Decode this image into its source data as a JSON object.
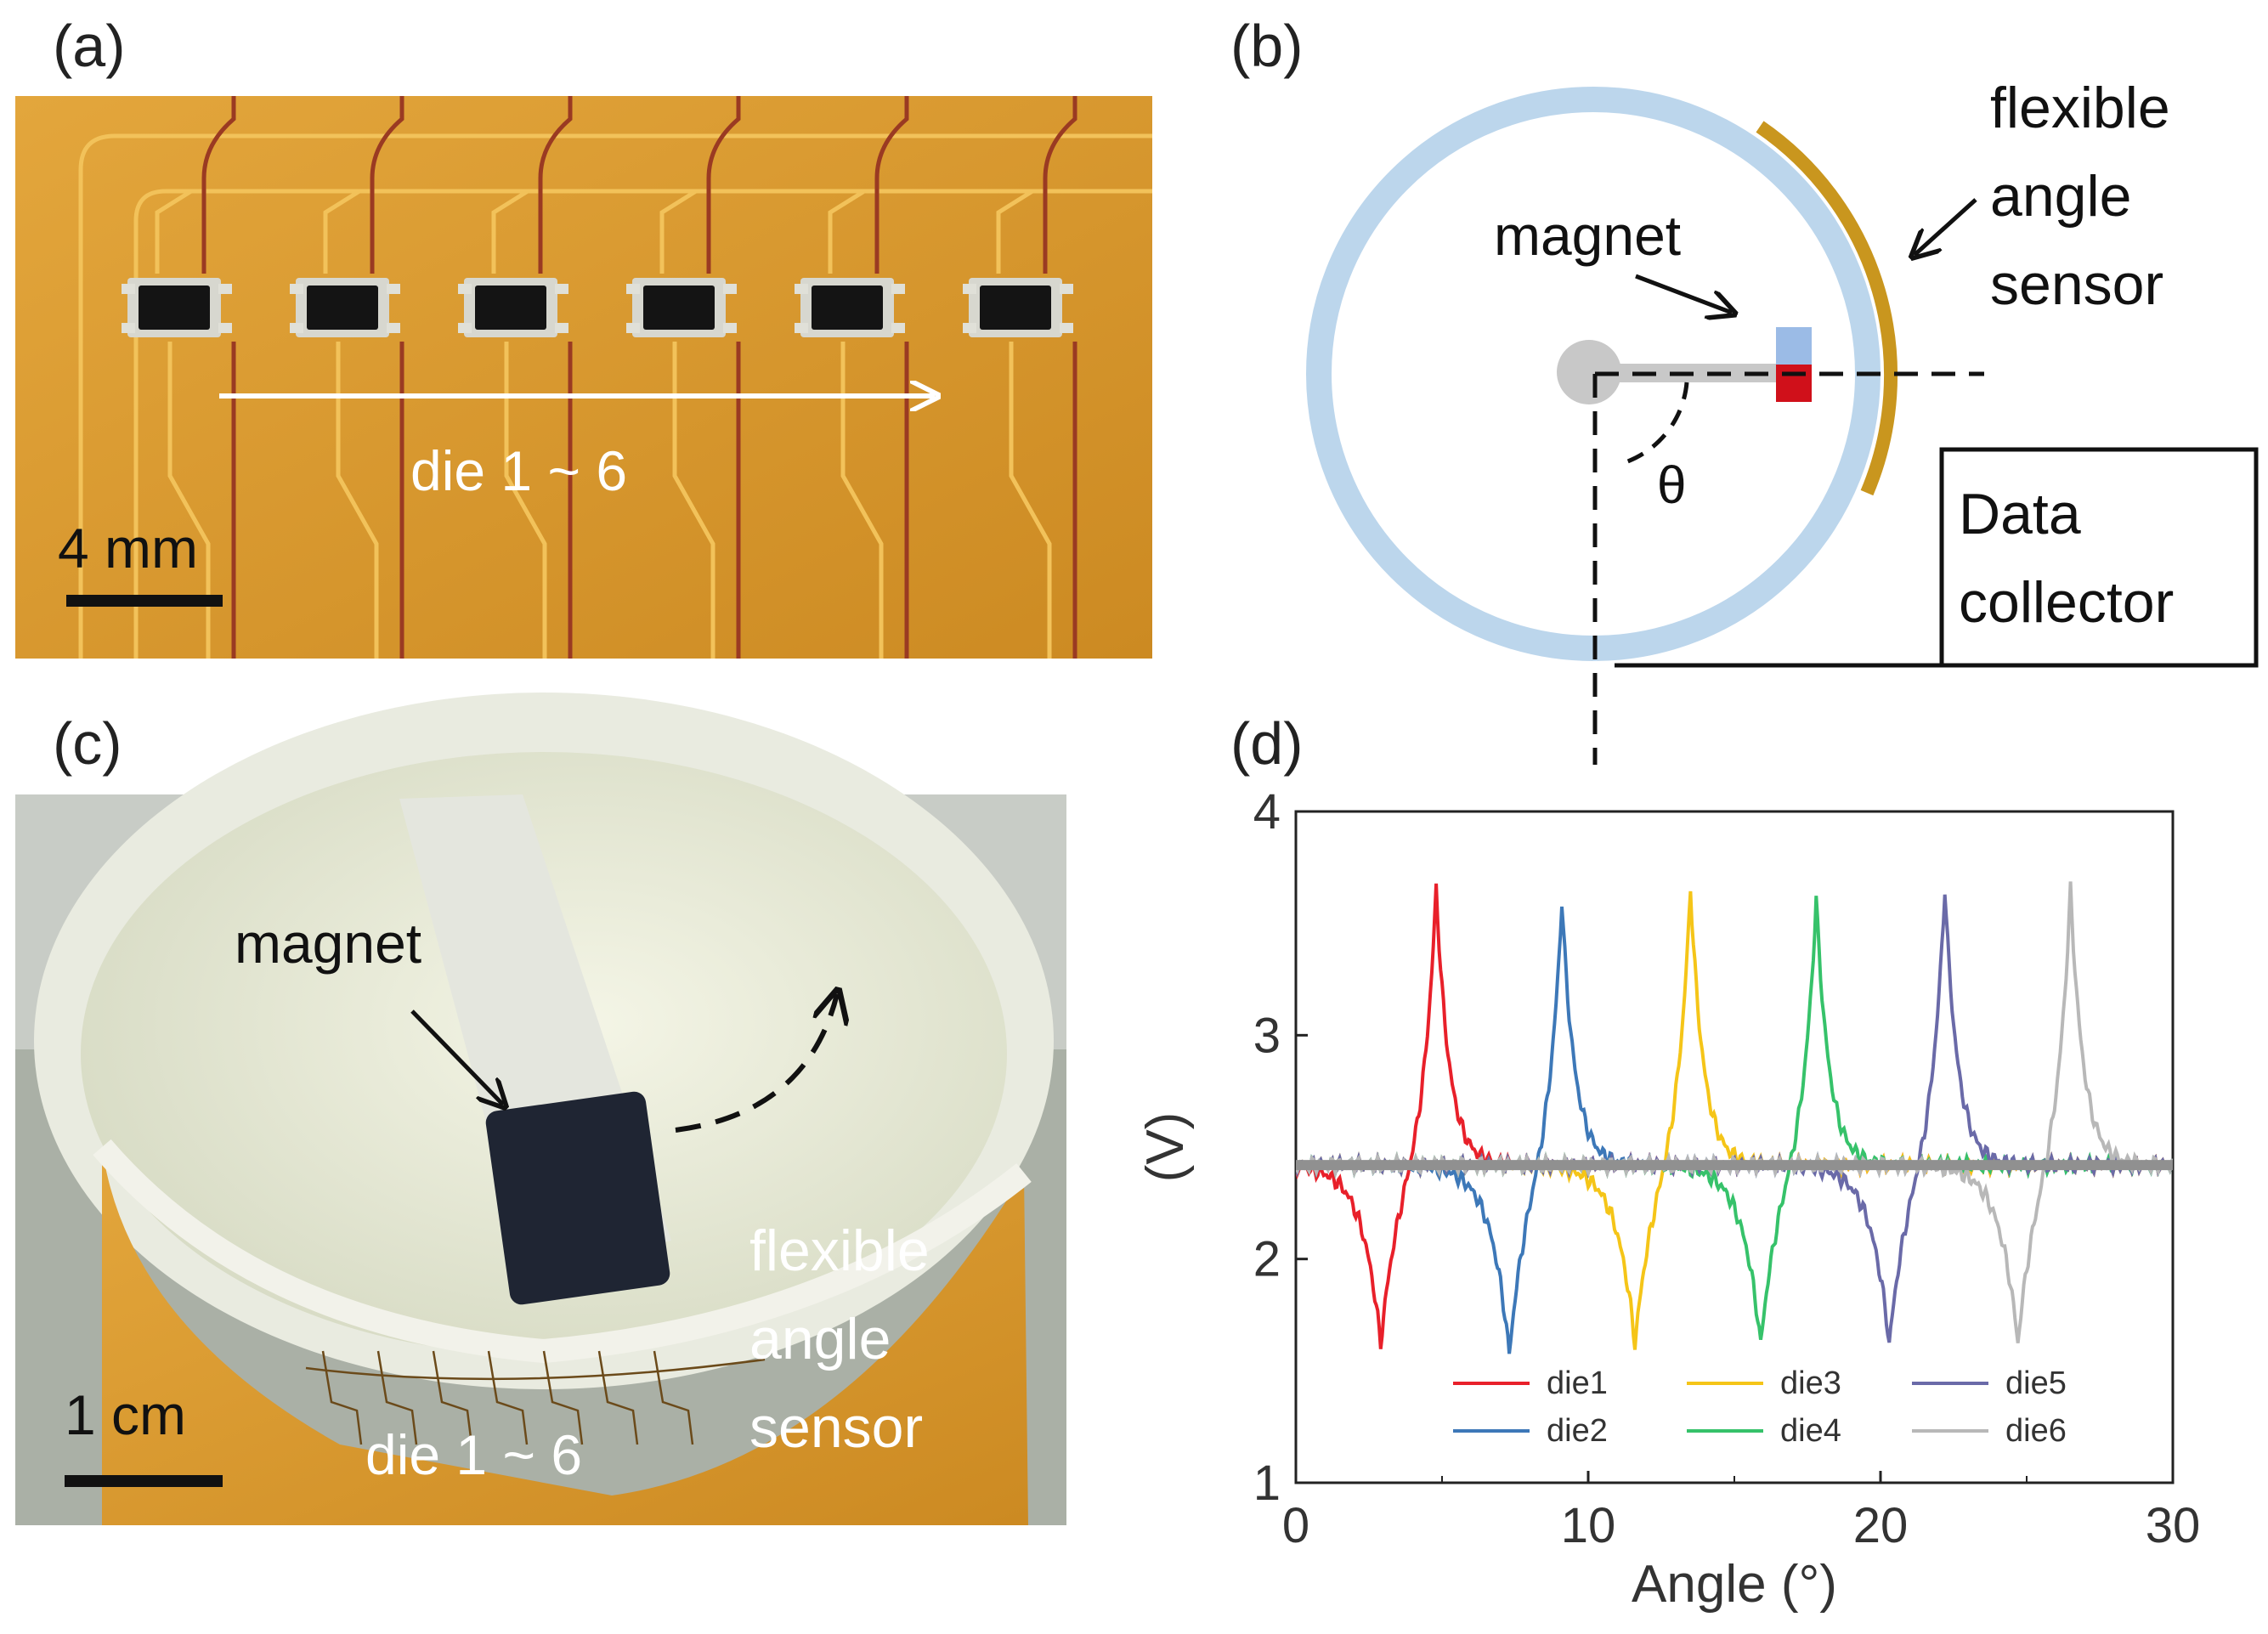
{
  "panels": {
    "a": {
      "letter": "(a)",
      "arrow_label": "die 1 ~ 6",
      "scale_bar": "4 mm",
      "die_count": 6
    },
    "b": {
      "letter": "(b)",
      "magnet_label": "magnet",
      "sensor_label_lines": [
        "flexible",
        "angle",
        "sensor"
      ],
      "angle_symbol": "θ",
      "collector_label_lines": [
        "Data",
        "collector"
      ]
    },
    "c": {
      "letter": "(c)",
      "magnet_label": "magnet",
      "sensor_label_lines": [
        "flexible",
        "angle",
        "sensor"
      ],
      "dies_label": "die 1 ~ 6",
      "scale_bar": "1 cm"
    },
    "d": {
      "letter": "(d)"
    }
  },
  "colors": {
    "die1": "#e8202a",
    "die2": "#3d78b8",
    "die3": "#f5c518",
    "die4": "#36c26a",
    "die5": "#6a6aa8",
    "die6": "#b8b8b8",
    "baseline": "#909090",
    "kapton": "#d9982e",
    "ring": "#bcd6ec"
  },
  "chart_data": {
    "type": "line",
    "xlabel": "Angle (°)",
    "ylabel": "(V)",
    "xlim": [
      0,
      30
    ],
    "ylim": [
      1,
      4
    ],
    "xticks": [
      "0",
      "10",
      "20",
      "30"
    ],
    "yticks": [
      "1",
      "2",
      "3",
      "4"
    ],
    "baseline": 2.42,
    "legend_position": "bottom-center",
    "series": [
      {
        "name": "die1",
        "peak_x": 4.8,
        "peak_y": 3.7,
        "trough_x": 2.9,
        "trough_y": 1.6
      },
      {
        "name": "die2",
        "peak_x": 9.1,
        "peak_y": 3.65,
        "trough_x": 7.3,
        "trough_y": 1.55
      },
      {
        "name": "die3",
        "peak_x": 13.5,
        "peak_y": 3.7,
        "trough_x": 11.6,
        "trough_y": 1.6
      },
      {
        "name": "die4",
        "peak_x": 17.8,
        "peak_y": 3.65,
        "trough_x": 15.9,
        "trough_y": 1.6
      },
      {
        "name": "die5",
        "peak_x": 22.2,
        "peak_y": 3.7,
        "trough_x": 20.3,
        "trough_y": 1.6
      },
      {
        "name": "die6",
        "peak_x": 26.5,
        "peak_y": 3.7,
        "trough_x": 24.7,
        "trough_y": 1.6
      }
    ]
  }
}
